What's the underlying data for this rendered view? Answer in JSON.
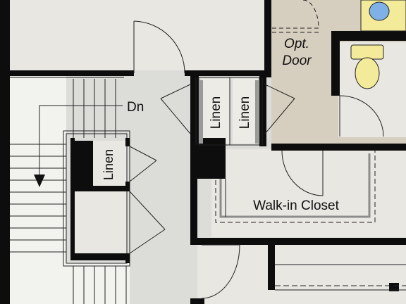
{
  "labels": {
    "dn": "Dn",
    "linen_1": "Linen",
    "linen_2": "Linen",
    "linen_3": "Linen",
    "opt_door_line1": "Opt.",
    "opt_door_line2": "Door",
    "walk_in_closet": "Walk-in Closet"
  },
  "colors": {
    "wall": "#0d0d0d",
    "hall_floor": "#dcdcd9",
    "room_floor": "#e8e7e2",
    "bath_floor": "#d6cebf",
    "stair_floor": "#f2f2ef",
    "outside": "#ffffff",
    "line": "#222222",
    "fixture": "#f3ea9a",
    "water": "#7fb1e6"
  },
  "icons": [
    "toilet-icon",
    "bathtub-icon",
    "stair-arrow-icon",
    "door-swing-icon"
  ]
}
